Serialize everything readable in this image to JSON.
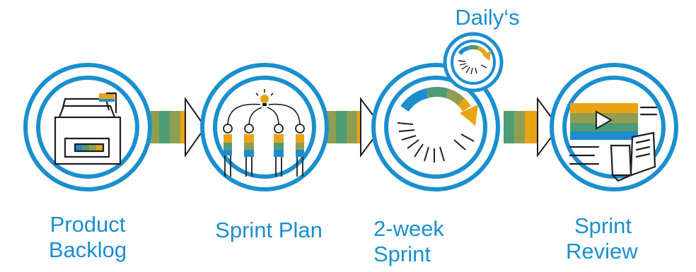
{
  "colors": {
    "ring": "#1a8fd0",
    "ink": "#1e1e1e",
    "bar_gold": "#e8a415",
    "bar_olive": "#8f9f52",
    "bar_green": "#4e9c73",
    "bar_blue": "#1f8ccf"
  },
  "steps": [
    {
      "id": "product-backlog",
      "icon": "file-cabinet-icon",
      "label_lines": [
        "Product",
        "Backlog"
      ]
    },
    {
      "id": "sprint-plan",
      "icon": "team-idea-icon",
      "label_lines": [
        "Sprint Plan"
      ]
    },
    {
      "id": "two-week-sprint",
      "icon": "cycle-arrow-icon",
      "label_lines": [
        "2-week",
        "Sprint"
      ]
    },
    {
      "id": "sprint-review",
      "icon": "presentation-book-icon",
      "label_lines": [
        "Sprint",
        "Review"
      ]
    }
  ],
  "daily": {
    "icon": "cycle-arrow-icon",
    "label": "Daily‘s"
  }
}
